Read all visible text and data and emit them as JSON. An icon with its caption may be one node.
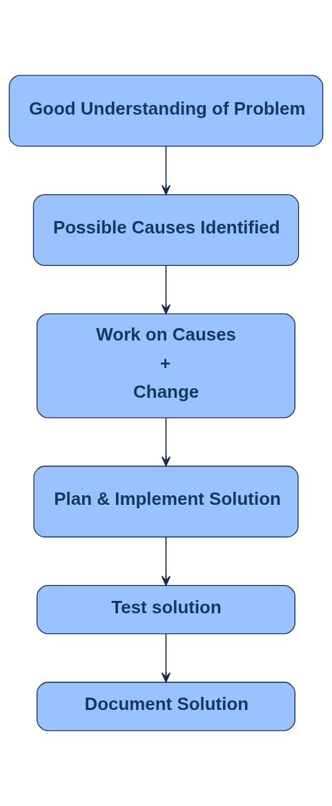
{
  "diagram": {
    "nodes": [
      {
        "text": [
          "Good Understanding of Problem"
        ]
      },
      {
        "text": [
          "Possible Causes Identified"
        ]
      },
      {
        "text": [
          "Work on Causes",
          "+",
          "Change"
        ]
      },
      {
        "text": [
          "Plan & Implement Solution"
        ]
      },
      {
        "text": [
          "Test solution"
        ]
      },
      {
        "text": [
          "Document Solution"
        ]
      }
    ],
    "edges": [
      {
        "from": 0,
        "to": 1,
        "arrow": "to"
      },
      {
        "from": 1,
        "to": 2,
        "arrow": "to"
      },
      {
        "from": 2,
        "to": 3,
        "arrow": "to"
      },
      {
        "from": 3,
        "to": 4,
        "arrow": "to"
      },
      {
        "from": 4,
        "to": 5,
        "arrow": "to"
      }
    ]
  }
}
